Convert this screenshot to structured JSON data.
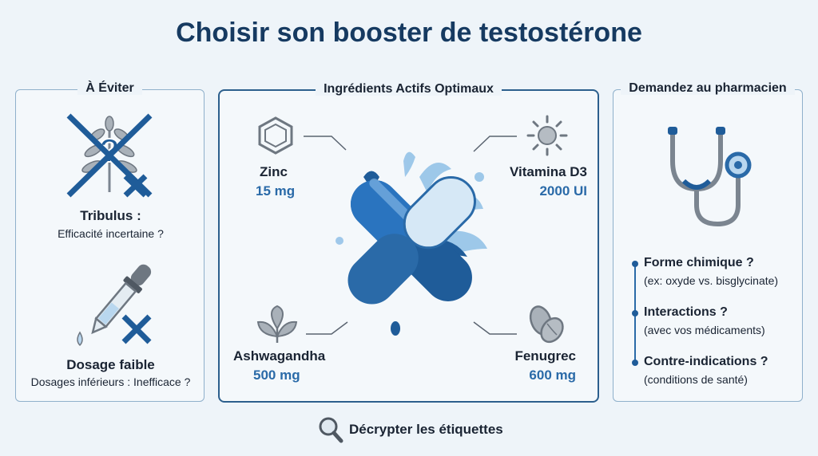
{
  "title": "Choisir son booster de testostérone",
  "left_panel": {
    "label": "À Éviter",
    "items": [
      {
        "name": "Tribulus :",
        "note": "Efficacité incertaine ?",
        "icon": "crossed-herb-question-icon"
      },
      {
        "name": "Dosage faible",
        "note": "Dosages inférieurs : Inefficace ?",
        "icon": "dropper-x-icon"
      }
    ]
  },
  "center_panel": {
    "label": "Ingrédients Actifs Optimaux",
    "ingredients": [
      {
        "name": "Zinc",
        "dose": "15 mg",
        "icon": "hexagon-molecule-icon"
      },
      {
        "name": "Vitamina D3",
        "dose": "2000 UI",
        "icon": "sun-icon"
      },
      {
        "name": "Ashwagandha",
        "dose": "500 mg",
        "icon": "leaf-plant-icon"
      },
      {
        "name": "Fenugrec",
        "dose": "600 mg",
        "icon": "seeds-icon"
      }
    ],
    "colors": {
      "dark_blue": "#1f5c99",
      "light_blue": "#b9d7ef",
      "accent": "#2a6aa8"
    }
  },
  "right_panel": {
    "label": "Demandez au pharmacien",
    "questions": [
      {
        "title": "Forme chimique ?",
        "detail": "(ex: oxyde vs. bisglycinate)"
      },
      {
        "title": "Interactions ?",
        "detail": "(avec vos médicaments)"
      },
      {
        "title": "Contre-indications ?",
        "detail": "(conditions de santé)"
      }
    ],
    "icon": "stethoscope-icon"
  },
  "footer": {
    "label": "Décrypter les étiquettes",
    "icon": "magnifier-icon"
  }
}
